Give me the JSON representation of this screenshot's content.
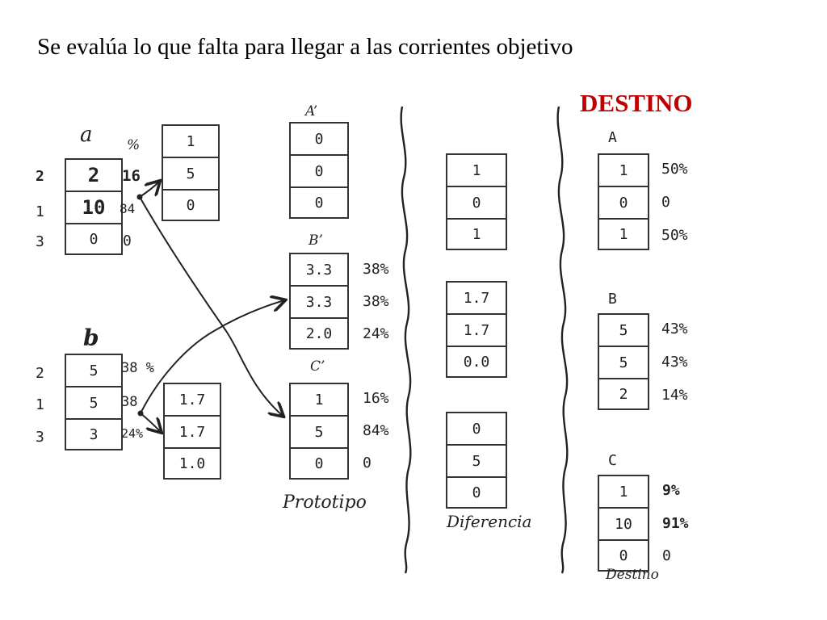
{
  "title": "Se evalúa lo que falta para llegar a las corrientes objetivo",
  "destino_title": "DESTINO",
  "input_a": {
    "label": "a",
    "percent_header": "%",
    "row_ids": [
      "2",
      "1",
      "3"
    ],
    "values": [
      "2",
      "10",
      "0"
    ],
    "percents": [
      "16",
      "84",
      "0"
    ],
    "split_values": [
      "1",
      "5",
      "0"
    ]
  },
  "input_b": {
    "label": "b",
    "row_ids": [
      "2",
      "1",
      "3"
    ],
    "values": [
      "5",
      "5",
      "3"
    ],
    "percents": [
      "38 %",
      "38",
      "24%"
    ],
    "split_values": [
      "1.7",
      "1.7",
      "1.0"
    ]
  },
  "prototipo": {
    "caption": "Prototipo",
    "A": {
      "label": "A’",
      "values": [
        "0",
        "0",
        "0"
      ]
    },
    "B": {
      "label": "B’",
      "values": [
        "3.3",
        "3.3",
        "2.0"
      ],
      "percents": [
        "38%",
        "38%",
        "24%"
      ]
    },
    "C": {
      "label": "C’",
      "values": [
        "1",
        "5",
        "0"
      ],
      "percents": [
        "16%",
        "84%",
        "0"
      ]
    }
  },
  "diferencia": {
    "caption": "Diferencia",
    "A": {
      "values": [
        "1",
        "0",
        "1"
      ]
    },
    "B": {
      "values": [
        "1.7",
        "1.7",
        "0.0"
      ]
    },
    "C": {
      "values": [
        "0",
        "5",
        "0"
      ]
    }
  },
  "destino": {
    "caption": "Destino",
    "A": {
      "label": "A",
      "values": [
        "1",
        "0",
        "1"
      ],
      "percents": [
        "50%",
        "0",
        "50%"
      ]
    },
    "B": {
      "label": "B",
      "values": [
        "5",
        "5",
        "2"
      ],
      "percents": [
        "43%",
        "43%",
        "14%"
      ]
    },
    "C": {
      "label": "C",
      "values": [
        "1",
        "10",
        "0"
      ],
      "percents": [
        "9%",
        "91%",
        "0"
      ]
    }
  }
}
